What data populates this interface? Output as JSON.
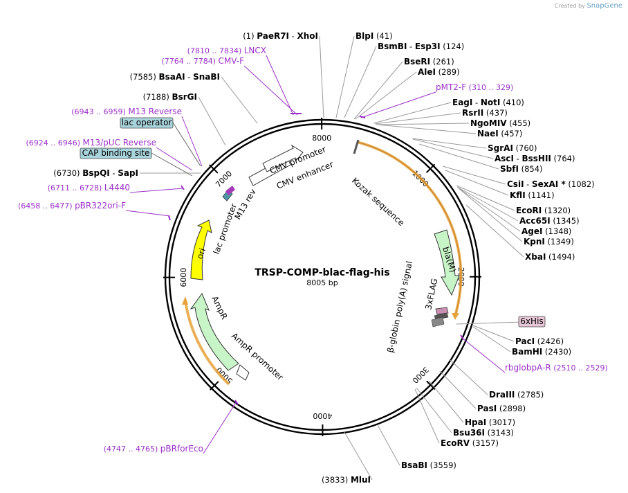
{
  "credit": {
    "prefix": "Created by",
    "brand": "SnapGene"
  },
  "plasmid": {
    "name": "TRSP-COMP-blac-flag-his",
    "length_text": "8005 bp",
    "length": 8005
  },
  "ticks": [
    "1000",
    "2000",
    "3000",
    "4000",
    "5000",
    "6000",
    "7000",
    "8000"
  ],
  "sites": [
    {
      "pos": "(1)",
      "name": "PaeR7I",
      "sep": " - ",
      "name2": "XhoI"
    },
    {
      "pos": "(41)",
      "name": "BlpI"
    },
    {
      "pos": "(124)",
      "name": "BsmBI",
      "sep": " - ",
      "name2": "Esp3I"
    },
    {
      "pos": "(261)",
      "name": "BseRI"
    },
    {
      "pos": "(289)",
      "name": "AleI"
    },
    {
      "pos": "(410)",
      "name": "EagI",
      "sep": " - ",
      "name2": "NotI"
    },
    {
      "pos": "(437)",
      "name": "RsrII"
    },
    {
      "pos": "(455)",
      "name": "NgoMIV"
    },
    {
      "pos": "(457)",
      "name": "NaeI"
    },
    {
      "pos": "(760)",
      "name": "SgrAI"
    },
    {
      "pos": "(764)",
      "name": "AscI",
      "sep": " - ",
      "name2": "BssHII"
    },
    {
      "pos": "(854)",
      "name": "SbfI"
    },
    {
      "pos": "(1082)",
      "name": "CsiI",
      "sep": " - ",
      "name2": "SexAI *"
    },
    {
      "pos": "(1141)",
      "name": "KflI"
    },
    {
      "pos": "(1320)",
      "name": "EcoRI"
    },
    {
      "pos": "(1345)",
      "name": "Acc65I"
    },
    {
      "pos": "(1348)",
      "name": "AgeI"
    },
    {
      "pos": "(1349)",
      "name": "KpnI"
    },
    {
      "pos": "(1494)",
      "name": "XbaI"
    },
    {
      "pos": "(2426)",
      "name": "PacI"
    },
    {
      "pos": "(2430)",
      "name": "BamHI"
    },
    {
      "pos": "(2785)",
      "name": "DraIII"
    },
    {
      "pos": "(2898)",
      "name": "PasI"
    },
    {
      "pos": "(3017)",
      "name": "HpaI"
    },
    {
      "pos": "(3143)",
      "name": "Bsu36I"
    },
    {
      "pos": "(3157)",
      "name": "EcoRV"
    },
    {
      "pos": "(3559)",
      "name": "BsaBI"
    },
    {
      "pos": "(3833)",
      "name": "MluI"
    },
    {
      "pos": "(7585)",
      "name": "BsaAI",
      "sep": " - ",
      "name2": "SnaBI"
    },
    {
      "pos": "(7188)",
      "name": "BsrGI"
    },
    {
      "pos": "(6730)",
      "name": "BspQI",
      "sep": " - ",
      "name2": "SapI"
    }
  ],
  "primers": [
    {
      "range": "(7810 .. 7834)",
      "name": "LNCX"
    },
    {
      "range": "(7764 .. 7784)",
      "name": "CMV-F"
    },
    {
      "range": "(310 .. 329)",
      "name": "pMT2-F"
    },
    {
      "range": "(6943 .. 6959)",
      "name": "M13 Reverse"
    },
    {
      "range": "(6924 .. 6946)",
      "name": "M13/pUC Reverse"
    },
    {
      "range": "(6711 .. 6728)",
      "name": "L4440"
    },
    {
      "range": "(6458 .. 6477)",
      "name": "pBR322ori-F"
    },
    {
      "range": "(2510 .. 2529)",
      "name": "rbglobpA-R"
    },
    {
      "range": "(4747 .. 4765)",
      "name": "pBRforEco"
    }
  ],
  "boxed_features": [
    {
      "name": "lac operator",
      "color": "#a9d4dc"
    },
    {
      "name": "CAP binding site",
      "color": "#a9d4dc"
    },
    {
      "name": "6xHis",
      "color": "#e7c6d6"
    }
  ],
  "features": {
    "cmv_promoter": "CMV promoter",
    "cmv_enhancer": "CMV enhancer",
    "kozak": "Kozak sequence",
    "bla": "bla(M)",
    "flag": "3xFLAG",
    "globin": "β-globin poly(A) signal",
    "ampr": "AmpR",
    "ampr_promoter": "AmpR promoter",
    "ori": "ori",
    "lac_promoter": "lac promoter",
    "m13rev": "M13 rev"
  },
  "colors": {
    "primer": "#9b30c9",
    "orf_fill": "#c8f5c8",
    "orf_outline": "#e8a23a",
    "ori_fill": "#ffff00",
    "promoter_fill": "#ffffff",
    "line": "#999999"
  }
}
